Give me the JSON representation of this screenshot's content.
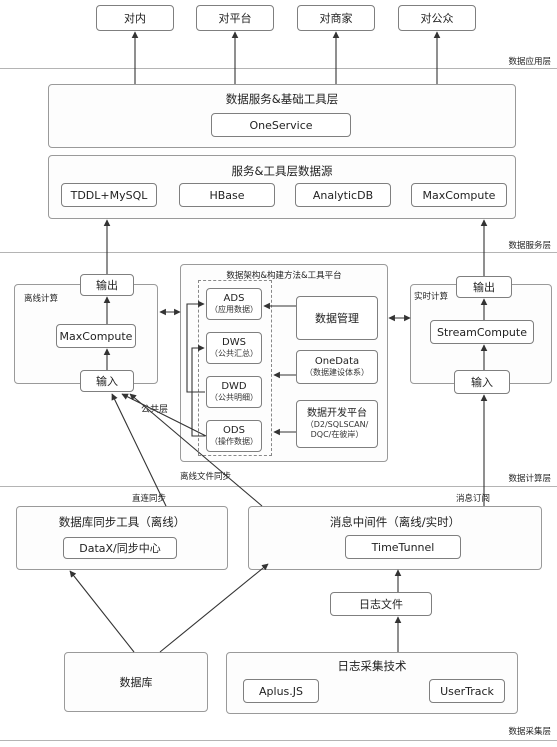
{
  "top": {
    "targets": [
      "对内",
      "对平台",
      "对商家",
      "对公众"
    ]
  },
  "layers": {
    "application": "数据应用层",
    "service": "数据服务层",
    "compute": "数据计算层",
    "collection": "数据采集层"
  },
  "service_tools": {
    "title": "数据服务&基础工具层",
    "item": "OneService"
  },
  "sources": {
    "title": "服务&工具层数据源",
    "items": [
      "TDDL+MySQL",
      "HBase",
      "AnalyticDB",
      "MaxCompute"
    ]
  },
  "offline": {
    "label": "离线计算",
    "output": "输出",
    "engine": "MaxCompute",
    "input": "输入"
  },
  "realtime": {
    "label": "实时计算",
    "output": "输出",
    "engine": "StreamCompute",
    "input": "输入"
  },
  "platform": {
    "title": "数据架构&构建方法&工具平台",
    "common_layer": "公共层",
    "layers": [
      {
        "name": "ADS",
        "sub": "（应用数据）"
      },
      {
        "name": "DWS",
        "sub": "（公共汇总）"
      },
      {
        "name": "DWD",
        "sub": "（公共明细）"
      },
      {
        "name": "ODS",
        "sub": "（操作数据）"
      }
    ],
    "data_mgmt": "数据管理",
    "onedata": {
      "name": "OneData",
      "sub": "（数据建设体系）"
    },
    "devplatform": {
      "name": "数据开发平台",
      "sub1": "（D2/SQLSCAN/",
      "sub2": "DQC/在彼岸）"
    }
  },
  "annotations": {
    "offline_sync": "离线文件同步",
    "direct_sync": "直连同步",
    "msg_subscribe": "消息订阅"
  },
  "collection": {
    "db_sync_title": "数据库同步工具（离线）",
    "db_sync_item": "DataX/同步中心",
    "mq_title": "消息中间件（离线/实时）",
    "mq_item": "TimeTunnel",
    "logfile": "日志文件",
    "database": "数据库",
    "log_tech_title": "日志采集技术",
    "log_items": [
      "Aplus.JS",
      "UserTrack"
    ]
  }
}
